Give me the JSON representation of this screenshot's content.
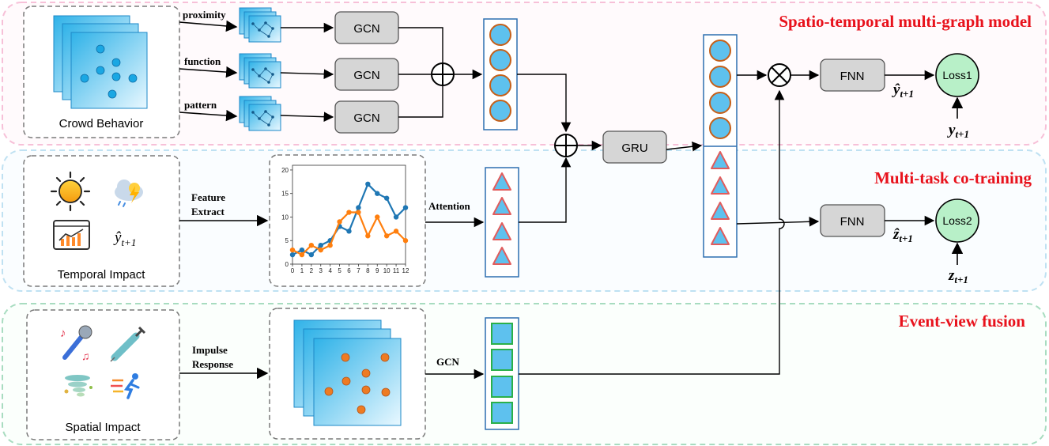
{
  "sections": {
    "spatio_temporal": "Spatio-temporal multi-graph model",
    "multi_task": "Multi-task co-training",
    "event_view": "Event-view fusion"
  },
  "inputs": {
    "crowd": "Crowd Behavior",
    "temporal": "Temporal Impact",
    "spatial": "Spatial Impact"
  },
  "graph_labels": [
    "proximity",
    "function",
    "pattern"
  ],
  "edge_labels": {
    "feature_1": "Feature",
    "feature_2": "Extract",
    "attention": "Attention",
    "impulse_1": "Impulse",
    "impulse_2": "Response",
    "gcn_event": "GCN"
  },
  "modules": {
    "gcn": "GCN",
    "gru": "GRU",
    "fnn": "FNN",
    "loss1": "Loss1",
    "loss2": "Loss2"
  },
  "math": {
    "yhat": "ŷ",
    "zhat": "ẑ",
    "y": "y",
    "z": "z",
    "sub": "t+1",
    "temporal_yhat": "ŷ"
  },
  "colors": {
    "pink_section": "#f7c0d8",
    "blue_section": "#bfe1f2",
    "green_section": "#a8dcc0",
    "title_red": "#e8121c",
    "node_blue": "#5ec1ee",
    "node_orange": "#ee7b22",
    "node_green": "#2bb04a",
    "box_gray": "#d6d6d6",
    "frame_blue": "#2d6fb0"
  },
  "chart_data": {
    "type": "line",
    "x": [
      0,
      1,
      2,
      3,
      4,
      5,
      6,
      7,
      8,
      9,
      10,
      11,
      12
    ],
    "series": [
      {
        "values": [
          2,
          3,
          2,
          4,
          5,
          8,
          7,
          12,
          17,
          15,
          14,
          10,
          12
        ]
      },
      {
        "values": [
          3,
          2,
          4,
          3,
          4,
          9,
          11,
          11,
          6,
          10,
          6,
          7,
          5
        ]
      }
    ],
    "xticks": [
      "0",
      "1",
      "2",
      "3",
      "4",
      "5",
      "6",
      "7",
      "8",
      "9",
      "10",
      "11",
      "12"
    ],
    "yticks": [
      "0",
      "5",
      "10",
      "15",
      "20"
    ],
    "xlim": [
      0,
      12
    ],
    "ylim": [
      0,
      21
    ],
    "colors": [
      "#1f77b4",
      "#ff7f0e"
    ]
  }
}
